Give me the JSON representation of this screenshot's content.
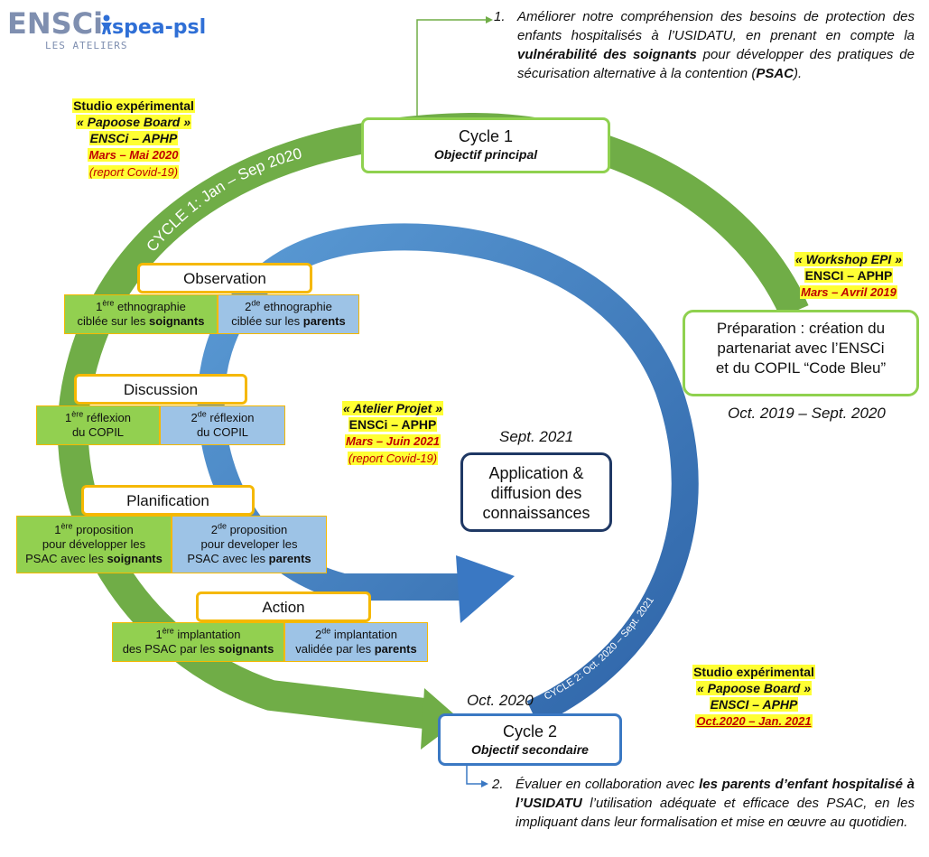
{
  "logo": {
    "ensci": "ENSCi",
    "ateliers": "LES ATELIERS",
    "spea": "spea-psl"
  },
  "objective1": {
    "num": "1.",
    "pre": "Améliorer notre compréhension des besoins de protection des enfants hospitalisés à l’USIDATU, en prenant en compte la ",
    "bold": "vulnérabilité des soignants",
    "mid": " pour développer des pratiques de sécurisation alternative à la contention (",
    "bold2": "PSAC",
    "end": ")."
  },
  "objective2": {
    "num": "2.",
    "pre": "Évaluer en collaboration avec ",
    "bold": "les parents d’enfant hospitalisé à l’USIDATU",
    "end": " l’utilisation adéquate et efficace des PSAC, en les impliquant dans leur formalisation et mise en œuvre au quotidien."
  },
  "studio1": {
    "line1": "Studio expérimental",
    "line2": "« Papoose Board »",
    "line3": "ENSCi – APHP",
    "line4": "Mars – Mai 2020",
    "line5": "(report Covid-19)"
  },
  "workshop": {
    "line1": "« Workshop EPI »",
    "line2": "ENSCI – APHP",
    "line3": "Mars – Avril 2019"
  },
  "atelier": {
    "line1": "« Atelier Projet »",
    "line2": "ENSCi – APHP",
    "line3": "Mars – Juin 2021",
    "line4": "(report Covid-19)"
  },
  "studio2": {
    "line1": "Studio expérimental",
    "line2": "« Papoose Board »",
    "line3": "ENSCI – APHP",
    "line4": "Oct.2020 – Jan. 2021"
  },
  "cycle1": {
    "title": "Cycle 1",
    "subtitle": "Objectif principal",
    "arc_label": "CYCLE 1: Jan – Sep 2020"
  },
  "cycle2": {
    "title": "Cycle 2",
    "subtitle": "Objectif secondaire",
    "arc_label": "CYCLE 2: Oct. 2020 – Sept. 2021"
  },
  "preparation": {
    "text1": "Préparation : création du",
    "text2": "partenariat avec l’ENSCi",
    "text3": "et du COPIL “Code Bleu”",
    "date": "Oct. 2019 – Sept. 2020"
  },
  "application": {
    "date": "Sept. 2021",
    "line1": "Application &",
    "line2": "diffusion des",
    "line3": "connaissances"
  },
  "oct2020": "Oct. 2020",
  "phases": {
    "observation": {
      "title": "Observation",
      "left": {
        "sup_num": "1",
        "sup": "ère",
        "a": " ethnographie",
        "b": "ciblée sur les ",
        "bold": "soignants"
      },
      "right": {
        "sup_num": "2",
        "sup": "de",
        "a": " ethnographie",
        "b": "ciblée sur les ",
        "bold": "parents"
      }
    },
    "discussion": {
      "title": "Discussion",
      "left": {
        "sup_num": "1",
        "sup": "ère",
        "a": " réflexion",
        "b": "du COPIL"
      },
      "right": {
        "sup_num": "2",
        "sup": "de",
        "a": " réflexion",
        "b": "du COPIL"
      }
    },
    "planification": {
      "title": "Planification",
      "left": {
        "sup_num": "1",
        "sup": "ère",
        "a": " proposition",
        "b": "pour développer les",
        "c": "PSAC avec les ",
        "bold": "soignants"
      },
      "right": {
        "sup_num": "2",
        "sup": "de",
        "a": " proposition",
        "b": "pour developer les",
        "c": "PSAC avec les ",
        "bold": "parents"
      }
    },
    "action": {
      "title": "Action",
      "left": {
        "sup_num": "1",
        "sup": "ère",
        "a": " implantation",
        "b": "des PSAC par les ",
        "bold": "soignants"
      },
      "right": {
        "sup_num": "2",
        "sup": "de",
        "a": " implantation",
        "b": "validée par les ",
        "bold": "parents"
      }
    }
  },
  "colors": {
    "green": "#70ad47",
    "light_green": "#92d050",
    "blue": "#3a78c3",
    "light_blue": "#9dc3e6",
    "orange": "#f5b800",
    "highlight": "#ffff33",
    "red": "#c00000",
    "navy": "#1f3864"
  }
}
